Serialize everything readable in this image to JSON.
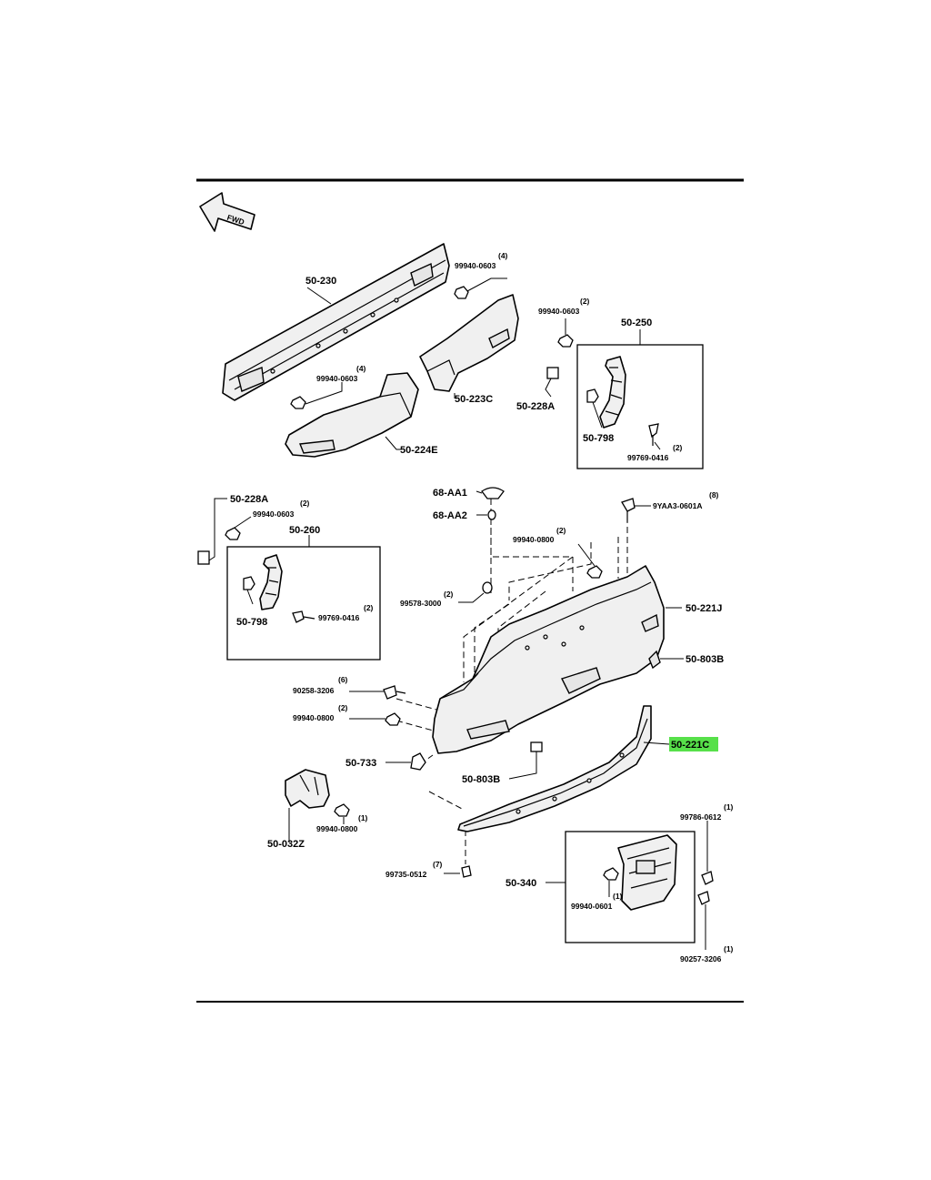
{
  "fwd_label": "FWD",
  "labels": {
    "p50_230": "50-230",
    "p99940_0603_a": "99940-0603",
    "q4_a": "(4)",
    "p99940_0603_b": "99940-0603",
    "q4_b": "(4)",
    "p50_223c": "50-223C",
    "p50_224e": "50-224E",
    "p99940_0603_c": "99940-0603",
    "q2_c": "(2)",
    "p50_250": "50-250",
    "p50_228a_r": "50-228A",
    "p50_798_r": "50-798",
    "p99769_0416_r": "99769-0416",
    "q2_r": "(2)",
    "p50_228a_l": "50-228A",
    "p99940_0603_l": "99940-0603",
    "q2_l": "(2)",
    "p50_260": "50-260",
    "p50_798_l": "50-798",
    "p99769_0416_l": "99769-0416",
    "q2_l2": "(2)",
    "p68_aa1": "68-AA1",
    "p68_aa2": "68-AA2",
    "p9yaa3": "9YAA3-0601A",
    "q8": "(8)",
    "p99940_0800_a": "99940-0800",
    "q2_0800a": "(2)",
    "p99578_3000": "99578-3000",
    "q2_99578": "(2)",
    "p50_221j": "50-221J",
    "p50_803b_a": "50-803B",
    "p90258_3206": "90258-3206",
    "q6": "(6)",
    "p99940_0800_b": "99940-0800",
    "q2_0800b": "(2)",
    "p50_221c": "50-221C",
    "p50_733": "50-733",
    "p50_803b_b": "50-803B",
    "p50_032z": "50-032Z",
    "p99940_0800_c": "99940-0800",
    "q1_0800c": "(1)",
    "p99786_0612": "99786-0612",
    "q1_99786": "(1)",
    "p99735_0512": "99735-0512",
    "q7": "(7)",
    "p50_340": "50-340",
    "p99940_0601": "99940-0601",
    "q1_0601": "(1)",
    "p90257_3206": "90257-3206",
    "q1_90257": "(1)"
  },
  "highlight_color": "#57e04a"
}
